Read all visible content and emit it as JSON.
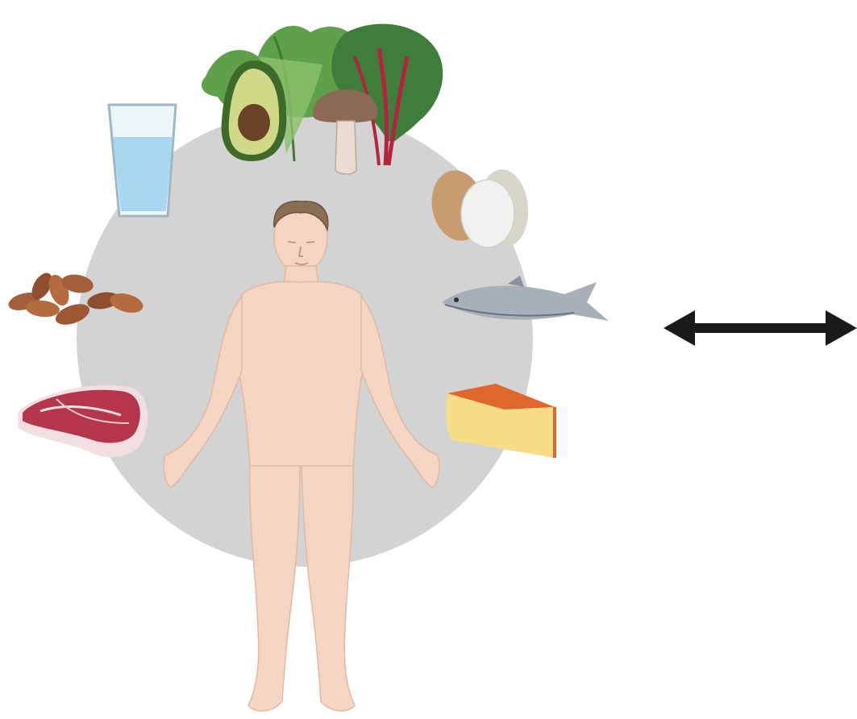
{
  "diagram": {
    "center": "human-body-figure",
    "items": [
      {
        "name": "glass-of-water"
      },
      {
        "name": "leafy-greens"
      },
      {
        "name": "avocado"
      },
      {
        "name": "mushroom"
      },
      {
        "name": "chard"
      },
      {
        "name": "eggs"
      },
      {
        "name": "fish"
      },
      {
        "name": "cheese"
      },
      {
        "name": "steak"
      },
      {
        "name": "almonds"
      }
    ],
    "connector": "double-headed-arrow"
  },
  "colors": {
    "circle": "#d3d3d3",
    "skin": "#f4d4c2",
    "hair": "#8a6d55",
    "arrow": "#1a1a1a",
    "water": "#a9d6f0",
    "greens": "#5fa04a",
    "avocado_skin": "#3f6b2a",
    "avocado_flesh": "#cfd987",
    "avocado_pit": "#6b4428",
    "egg_brown": "#c99b70",
    "egg_white": "#f1f1ef",
    "fish": "#a9afb8",
    "cheese": "#f6dd86",
    "cheese_rind": "#e0662e",
    "meat": "#b5354a",
    "fat": "#f2dfe1",
    "almond": "#a45f3a"
  }
}
